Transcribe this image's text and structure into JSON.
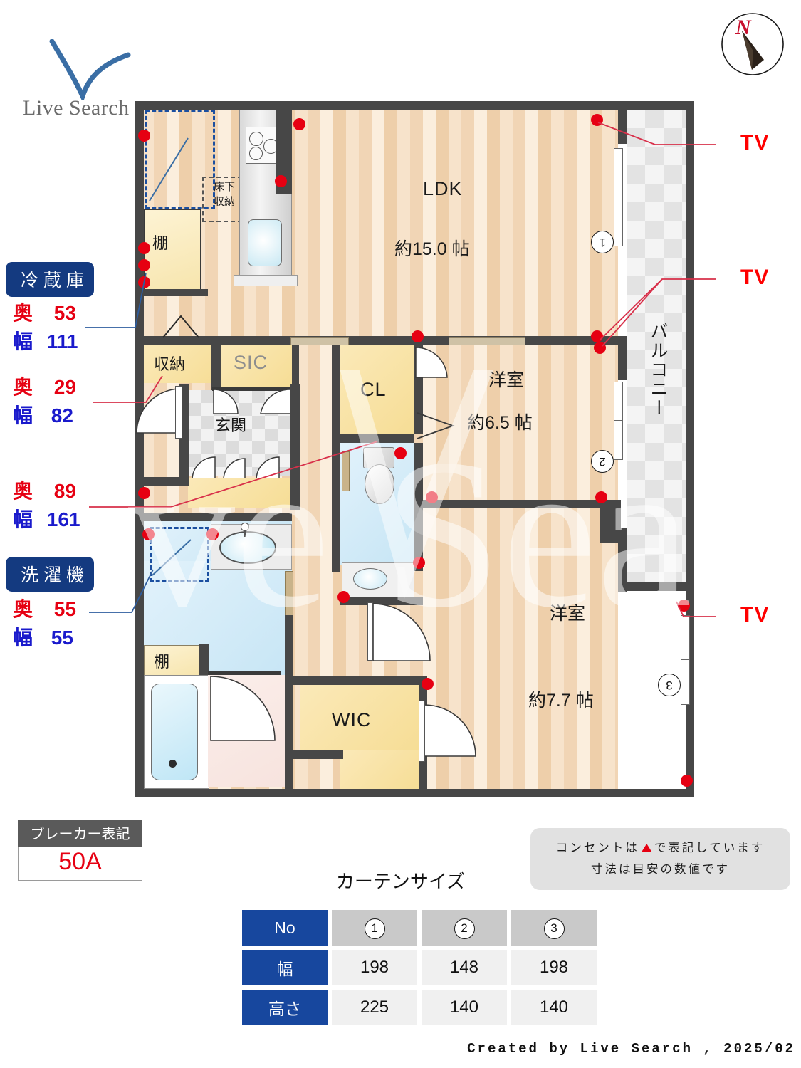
{
  "brand": {
    "name": "Live Search",
    "footer": "Created by Live Search , 2025/02"
  },
  "compass": {
    "north_label": "N"
  },
  "plan": {
    "rooms": [
      {
        "name": "LDK",
        "area": "約15.0 帖"
      },
      {
        "name": "洋室",
        "area": "約6.5 帖"
      },
      {
        "name": "洋室",
        "area": "約7.7 帖"
      }
    ],
    "labels": {
      "ldk": "LDK",
      "ldk_area": "約15.0 帖",
      "washitsu1": "洋室",
      "washitsu1_area": "約6.5 帖",
      "washitsu2": "洋室",
      "washitsu2_area": "約7.7 帖",
      "balcony": "バルコニー",
      "genkan": "玄関",
      "sic": "SIC",
      "cl": "CL",
      "wic": "WIC",
      "shelf_kitchen": "棚",
      "shelf_bath": "棚",
      "storage": "収納",
      "under_floor": "床下\n収納",
      "under_floor_l1": "床下",
      "under_floor_l2": "収納"
    },
    "window_markers": [
      "1",
      "2",
      "3"
    ],
    "tv_labels": [
      "TV",
      "TV",
      "TV"
    ]
  },
  "annotations": {
    "fridge": {
      "tag": "冷蔵庫",
      "rows": [
        {
          "key": "奥",
          "value": "53"
        },
        {
          "key": "幅",
          "value": "111"
        }
      ]
    },
    "storage_dim": {
      "rows": [
        {
          "key": "奥",
          "value": "29"
        },
        {
          "key": "幅",
          "value": "82"
        }
      ]
    },
    "closet_dim": {
      "rows": [
        {
          "key": "奥",
          "value": "89"
        },
        {
          "key": "幅",
          "value": "161"
        }
      ]
    },
    "washer": {
      "tag": "洗濯機",
      "rows": [
        {
          "key": "奥",
          "value": "55"
        },
        {
          "key": "幅",
          "value": "55"
        }
      ]
    }
  },
  "breaker": {
    "title": "ブレーカー表記",
    "value": "50A"
  },
  "note": {
    "line1_a": "コンセントは",
    "line1_b": "で表記しています",
    "line2": "寸法は目安の数値です"
  },
  "curtain": {
    "title": "カーテンサイズ",
    "row_headers": [
      "No",
      "幅",
      "高さ"
    ],
    "columns": [
      "1",
      "2",
      "3"
    ],
    "width": [
      "198",
      "148",
      "198"
    ],
    "height": [
      "225",
      "140",
      "140"
    ]
  },
  "colors": {
    "brand_blue": "#143a80",
    "accent_red": "#e60012",
    "dim_blue": "#1a1acc",
    "table_header": "#17479e"
  }
}
